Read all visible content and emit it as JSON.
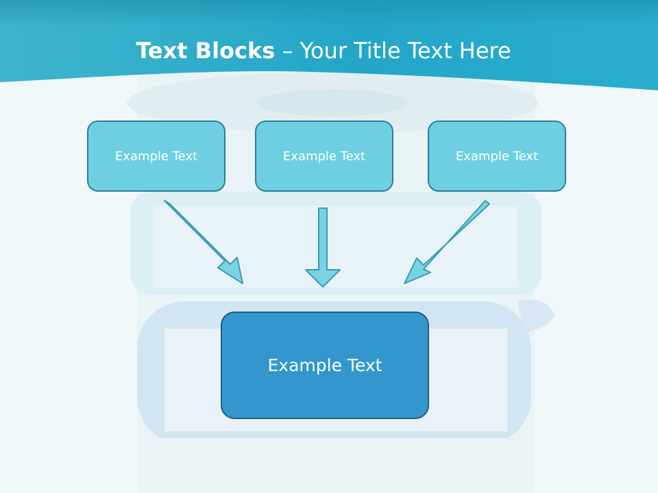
{
  "slide": {
    "title_bold": "Text Blocks",
    "title_dash": " – ",
    "title_rest": "Your Title Text Here"
  },
  "blocks": {
    "top_left": "Example Text",
    "top_center": "Example Text",
    "top_right": "Example Text",
    "bottom": "Example Text"
  },
  "colors": {
    "header": "#2aa6c4",
    "small_block_fill": "#6ecfe2",
    "big_block_fill": "#3397cd",
    "arrow_fill": "#7ad3e4",
    "arrow_stroke": "#3a9bb5"
  }
}
